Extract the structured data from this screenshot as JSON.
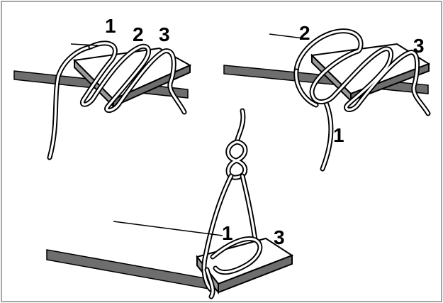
{
  "panels": [
    {
      "id": "step-one",
      "labels": [
        "1",
        "2",
        "3"
      ]
    },
    {
      "id": "step-two",
      "labels": [
        "2",
        "3",
        "1"
      ]
    },
    {
      "id": "step-three",
      "labels": [
        "1",
        "3"
      ]
    }
  ],
  "colors": {
    "background": "#ffffff",
    "outline": "#000000",
    "rod": "#6e6e6e",
    "board_side": "#6e6e6e",
    "board_top": "#ffffff",
    "rope_fill": "#ffffff"
  }
}
